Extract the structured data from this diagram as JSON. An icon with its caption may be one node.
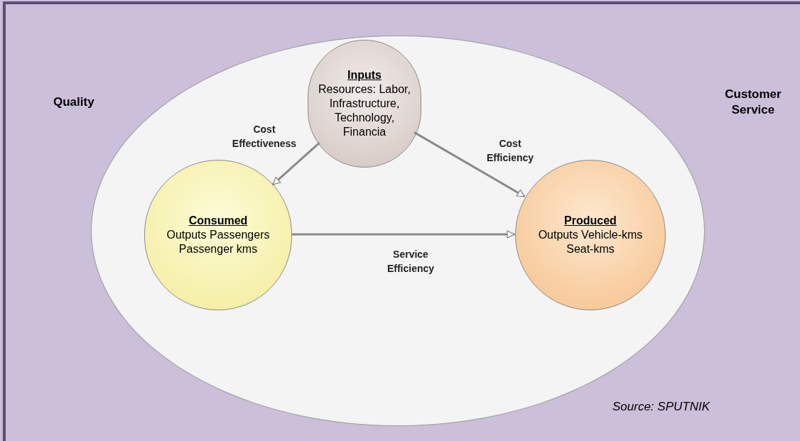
{
  "diagram": {
    "nodes": [
      {
        "text": [],
        "shape": "ellipse"
      },
      {
        "text": [
          "Inputs",
          "Resources: Labor, Infrastructure, Technology, Financia"
        ],
        "in": 0
      },
      {
        "text": [
          "Consumed",
          "Outputs Passengers Passenger kms"
        ],
        "in": 0
      },
      {
        "text": [
          "Produced",
          "Outputs Vehicle-kms Seat-kms"
        ],
        "in": 0
      }
    ],
    "edges": [
      {
        "from": 1,
        "to": 2,
        "arrow": "to",
        "label": "Cost Effectiveness"
      },
      {
        "from": 1,
        "to": 3,
        "arrow": "to",
        "label": "Cost Efficiency"
      },
      {
        "from": 2,
        "to": 3,
        "arrow": "to",
        "label": "Service Efficiency"
      }
    ],
    "labels": [
      "Quality",
      "Customer Service",
      "Source: SPUTNIK"
    ]
  }
}
